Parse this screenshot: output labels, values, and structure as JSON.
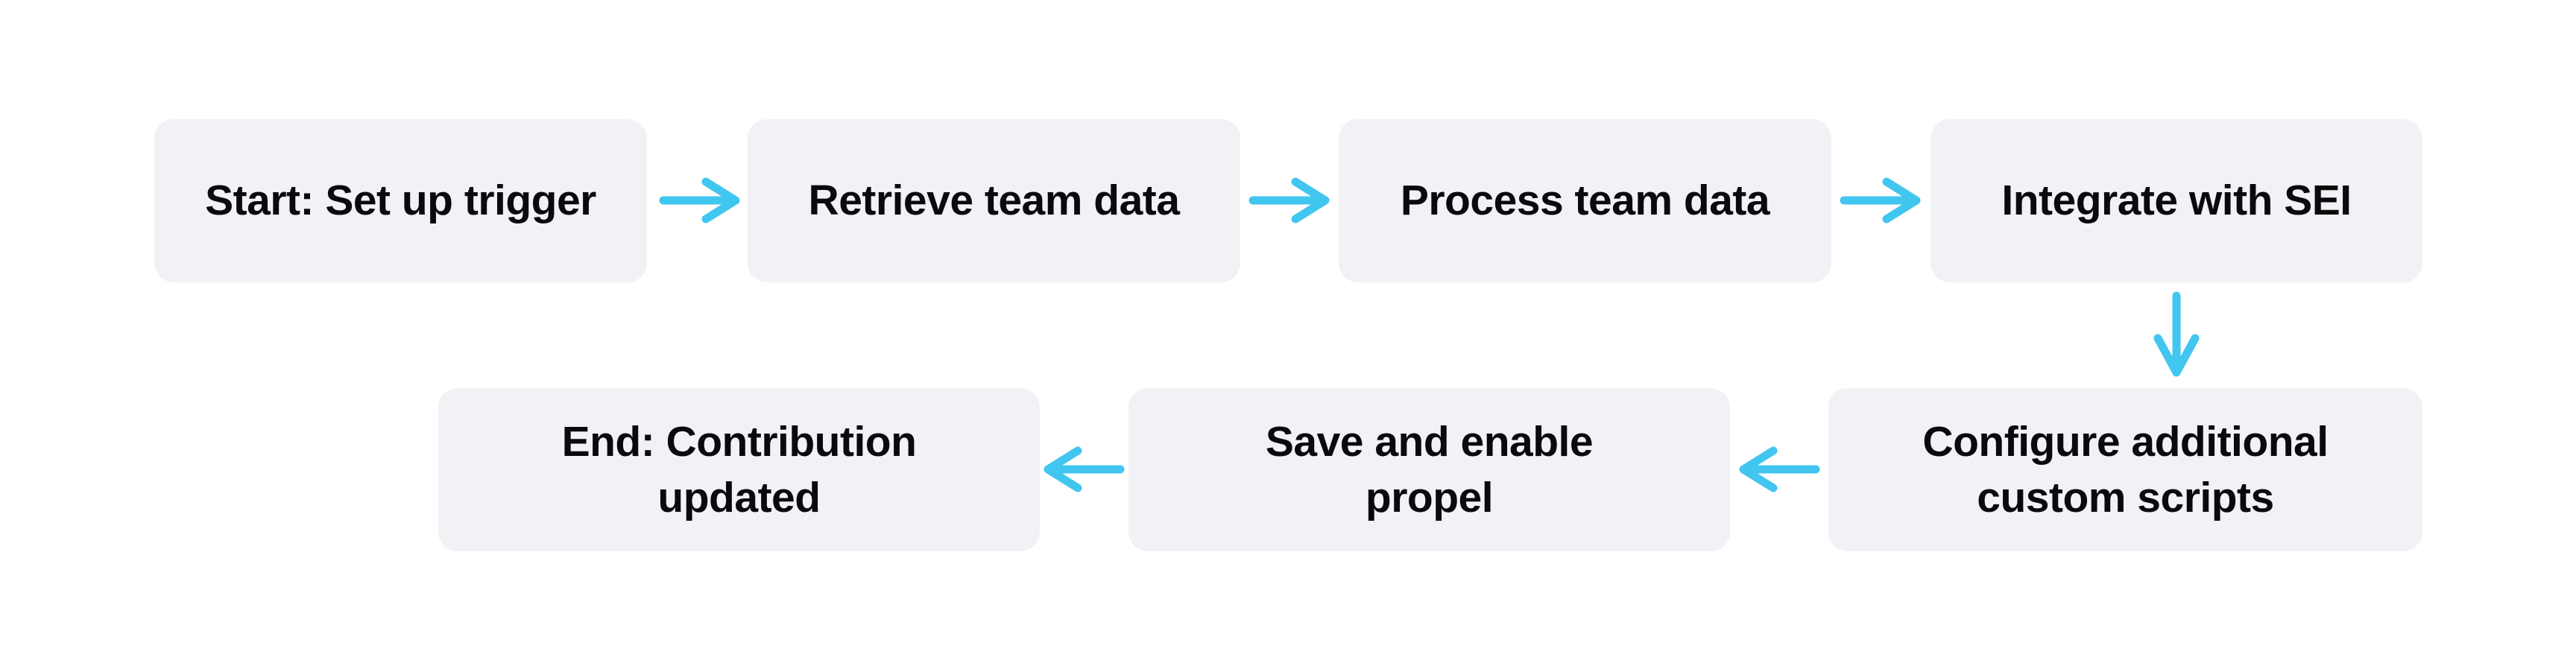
{
  "colors": {
    "background": "#ffffff",
    "node_fill": "#f1f2f6",
    "node_text": "#0a0a0d",
    "arrow": "#41c6ef"
  },
  "flowchart": {
    "nodes": [
      {
        "id": "start",
        "label": "Start: Set up trigger"
      },
      {
        "id": "retrieve-team-data",
        "label": "Retrieve team data"
      },
      {
        "id": "process-team-data",
        "label": "Process team data"
      },
      {
        "id": "integrate-with-sei",
        "label": "Integrate with SEI"
      },
      {
        "id": "configure-custom-scripts",
        "label": "Configure additional\ncustom scripts"
      },
      {
        "id": "save-and-enable-propel",
        "label": "Save and enable\npropel"
      },
      {
        "id": "end",
        "label": "End: Contribution\nupdated"
      }
    ],
    "edges": [
      {
        "from": "start",
        "to": "retrieve-team-data",
        "direction": "right"
      },
      {
        "from": "retrieve-team-data",
        "to": "process-team-data",
        "direction": "right"
      },
      {
        "from": "process-team-data",
        "to": "integrate-with-sei",
        "direction": "right"
      },
      {
        "from": "integrate-with-sei",
        "to": "configure-custom-scripts",
        "direction": "down"
      },
      {
        "from": "configure-custom-scripts",
        "to": "save-and-enable-propel",
        "direction": "left"
      },
      {
        "from": "save-and-enable-propel",
        "to": "end",
        "direction": "left"
      }
    ]
  }
}
